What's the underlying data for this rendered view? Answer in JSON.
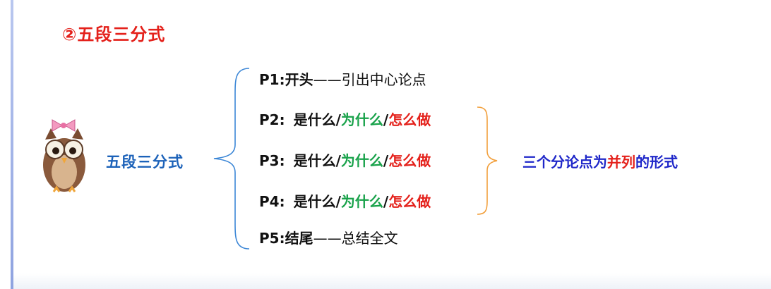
{
  "title": "②五段三分式",
  "center_label": "五段三分式",
  "rows": [
    {
      "label": "P1:",
      "head": "开头",
      "dash": "——",
      "desc": "引出中心论点"
    },
    {
      "label": "P2:",
      "what": "是什么",
      "sep1": "/",
      "why": "为什么",
      "sep2": "/",
      "how": "怎么做"
    },
    {
      "label": "P3:",
      "what": "是什么",
      "sep1": "/",
      "why": "为什么",
      "sep2": "/",
      "how": "怎么做"
    },
    {
      "label": "P4:",
      "what": "是什么",
      "sep1": "/",
      "why": "为什么",
      "sep2": "/",
      "how": "怎么做"
    },
    {
      "label": "P5:",
      "head": "结尾",
      "dash": "——",
      "desc": "总结全文"
    }
  ],
  "result": {
    "part1": "三个分论点为",
    "part2": "并列",
    "part3": "的形式"
  },
  "colors": {
    "title": "#e4211b",
    "center": "#1c62b9",
    "green": "#18a24a",
    "blue": "#1f27c9",
    "brace_left": "#3b86d6",
    "brace_right": "#f2a03d"
  }
}
